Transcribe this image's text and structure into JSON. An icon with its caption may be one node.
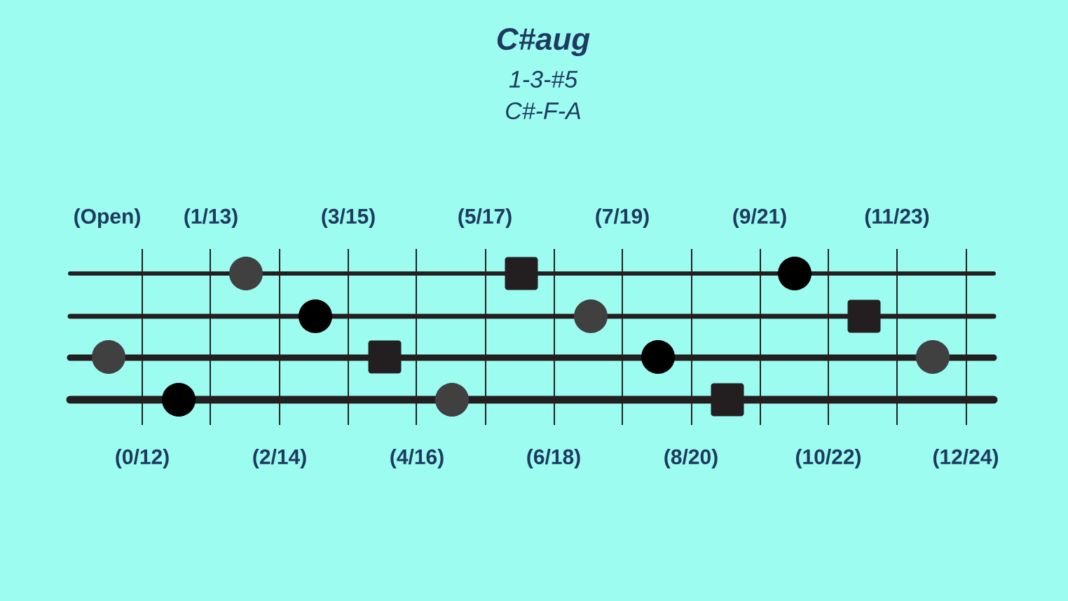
{
  "diagram": {
    "title": "C#aug",
    "nodes": [
      {
        "text": [],
        "shape": "circle"
      },
      {
        "text": [],
        "shape": "circle"
      },
      {
        "text": [],
        "shape": "circle"
      },
      {
        "text": [],
        "shape": "circle"
      },
      {
        "text": [],
        "shape": "box"
      },
      {
        "text": [],
        "shape": "circle"
      },
      {
        "text": [],
        "shape": "box"
      },
      {
        "text": [],
        "shape": "circle"
      },
      {
        "text": [],
        "shape": "circle"
      },
      {
        "text": [],
        "shape": "box"
      },
      {
        "text": [],
        "shape": "circle"
      },
      {
        "text": [],
        "shape": "box"
      },
      {
        "text": [],
        "shape": "circle"
      }
    ],
    "edges": [],
    "labels": [
      "1-3-#5",
      "C#-F-A",
      "(Open)",
      "(1/13)",
      "(3/15)",
      "(5/17)",
      "(7/19)",
      "(9/21)",
      "(11/23)",
      "(0/12)",
      "(2/14)",
      "(4/16)",
      "(6/18)",
      "(8/20)",
      "(10/22)",
      "(12/24)"
    ]
  }
}
